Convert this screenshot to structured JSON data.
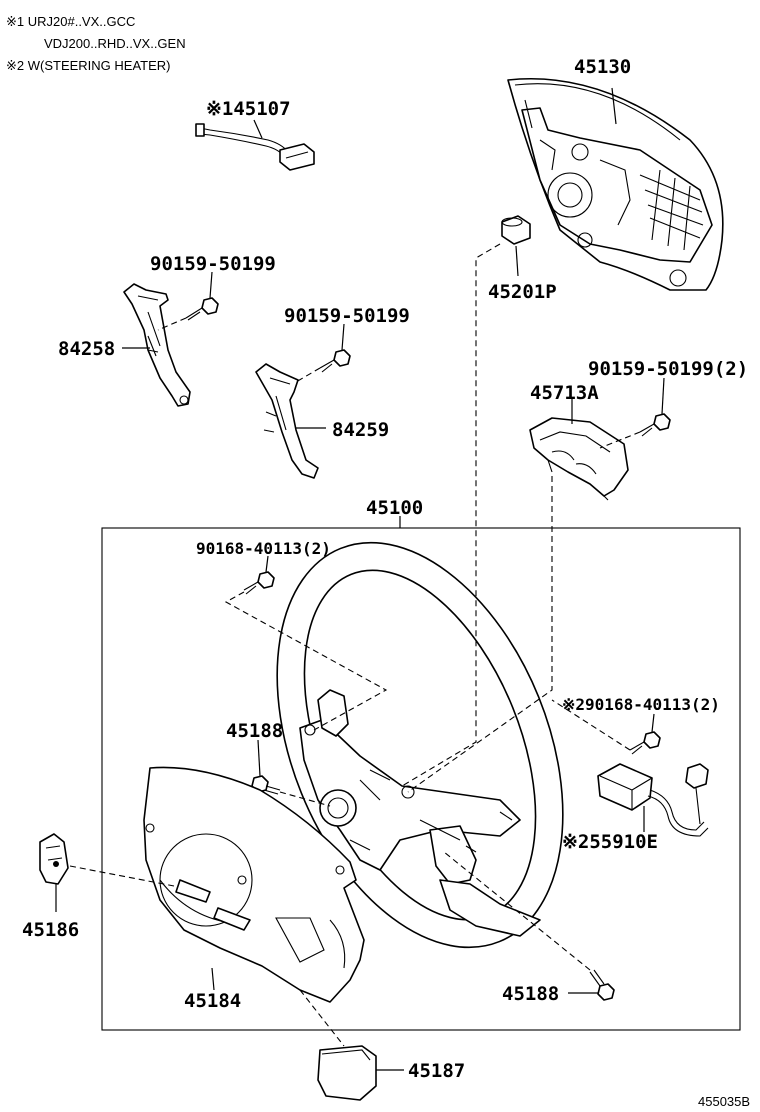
{
  "notes": {
    "note1_line1": "※1 URJ20#..VX..GCC",
    "note1_line2": "VDJ200..RHD..VX..GEN",
    "note2": "※2 W(STEERING HEATER)"
  },
  "labels": {
    "p45130": "45130",
    "p45107": "※145107",
    "p45201P": "45201P",
    "p90159_a": "90159-50199",
    "p84258": "84258",
    "p90159_b": "90159-50199",
    "p84259": "84259",
    "p90159_c": "90159-50199(2)",
    "p45713A": "45713A",
    "p45100": "45100",
    "p90168_a": "90168-40113(2)",
    "p90168_b": "※290168-40113(2)",
    "p45188_a": "45188",
    "p55910E": "※255910E",
    "p45186": "45186",
    "p45184": "45184",
    "p45188_b": "45188",
    "p45187": "45187"
  },
  "figure_id": "455035B"
}
